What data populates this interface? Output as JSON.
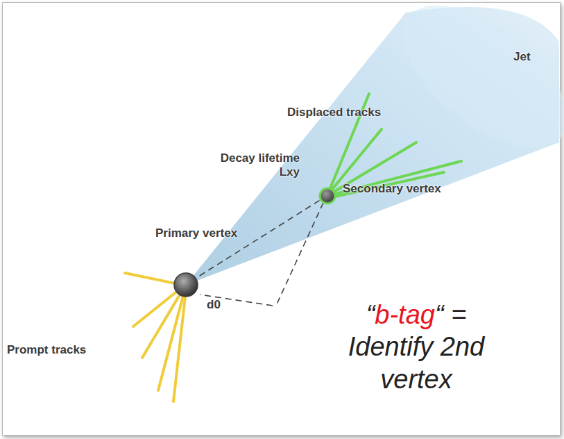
{
  "diagram": {
    "labels": [
      "Jet",
      "Displaced tracks",
      "Decay lifetime Lxy",
      "Secondary vertex",
      "Primary vertex",
      "d0",
      "Prompt tracks",
      "“",
      "b-tag",
      "“ =",
      "Identify 2nd vertex"
    ]
  }
}
